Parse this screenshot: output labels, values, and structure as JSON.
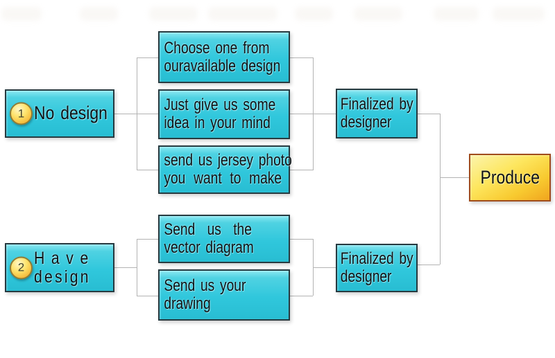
{
  "diagram": {
    "type": "flowchart",
    "background": "#ffffff",
    "edges": [
      {
        "from": "no_design",
        "to": [
          "choose_design",
          "give_idea",
          "jersey_photo"
        ]
      },
      {
        "from": [
          "choose_design",
          "give_idea",
          "jersey_photo"
        ],
        "to": "finalized_top"
      },
      {
        "from": "have_design",
        "to": [
          "vector_diagram",
          "your_drawing"
        ]
      },
      {
        "from": [
          "vector_diagram",
          "your_drawing"
        ],
        "to": "finalized_bottom"
      },
      {
        "from": [
          "finalized_top",
          "finalized_bottom"
        ],
        "to": "produce"
      }
    ]
  },
  "nodes": {
    "no_design": {
      "badge": "1",
      "label": "No design"
    },
    "choose_design": {
      "line1": "Choose one from",
      "line2": "ouravailable design"
    },
    "give_idea": {
      "line1": "Just give us some",
      "line2": "idea in your mind"
    },
    "jersey_photo": {
      "line1": "send us jersey photo",
      "line2": "you want to make"
    },
    "finalized_top": {
      "line1": "Finalized by",
      "line2": "designer"
    },
    "produce": {
      "label": "Produce"
    },
    "have_design": {
      "badge": "2",
      "line1": "Have",
      "line2": "design"
    },
    "vector_diagram": {
      "line1": "Send us the",
      "line2": "vector diagram"
    },
    "your_drawing": {
      "line1": "Send us your",
      "line2": "drawing"
    },
    "finalized_bottom": {
      "line1": "Finalized by",
      "line2": "designer"
    }
  },
  "colors": {
    "node_fill": "#30c7dc",
    "node_fill_light": "#8ae8f2",
    "node_border": "#263a40",
    "produce_fill": "#f8ca30",
    "produce_border": "#a04c1c",
    "badge_fill": "#fde26a",
    "badge_border": "#8f7c36",
    "connector": "#b3b3b3",
    "text": "#0d1215"
  }
}
